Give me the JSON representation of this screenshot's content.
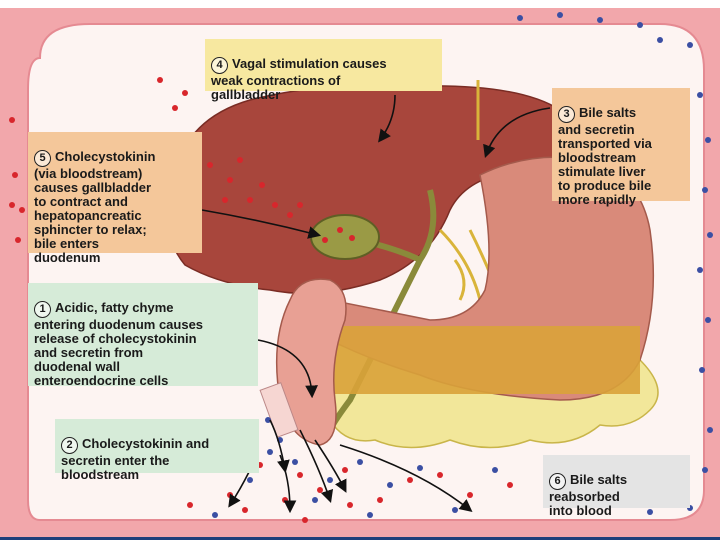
{
  "colors": {
    "vessel_wall": "#f2a7ab",
    "vessel_interior": "#fbe6e4",
    "liver": "#a8463c",
    "stomach": "#d98a7a",
    "fat": "#f2e79a",
    "bile": "#d9a23a",
    "gallbladder": "#8a8a3a",
    "cck_dot": "#d8262c",
    "secretin_dot": "#3b4fa3",
    "box_yellow": "#f7e8a0",
    "box_orange": "#f4c79a",
    "box_green": "#d6ebd8",
    "box_gray": "#e4e4e4"
  },
  "steps": [
    {
      "number": "1",
      "text": "Acidic, fatty chyme\nentering duodenum causes\nrelease of cholecystokinin\nand secretin from\nduodenal wall\nenteroendocrine cells"
    },
    {
      "number": "2",
      "text": "Cholecystokinin and\nsecretin enter the\nbloodstream"
    },
    {
      "number": "3",
      "text": "Bile salts\nand secretin\ntransported via\nbloodstream\nstimulate liver\nto produce bile\nmore rapidly"
    },
    {
      "number": "4",
      "text": "Vagal stimulation causes\nweak contractions of\ngallbladder"
    },
    {
      "number": "5",
      "text": "Cholecystokinin\n(via bloodstream)\ncauses gallbladder\nto contract and\nhepatopancreatic\nsphincter to relax;\nbile enters\nduodenum"
    },
    {
      "number": "6",
      "text": "Bile salts\nreabsorbed\ninto blood"
    }
  ]
}
